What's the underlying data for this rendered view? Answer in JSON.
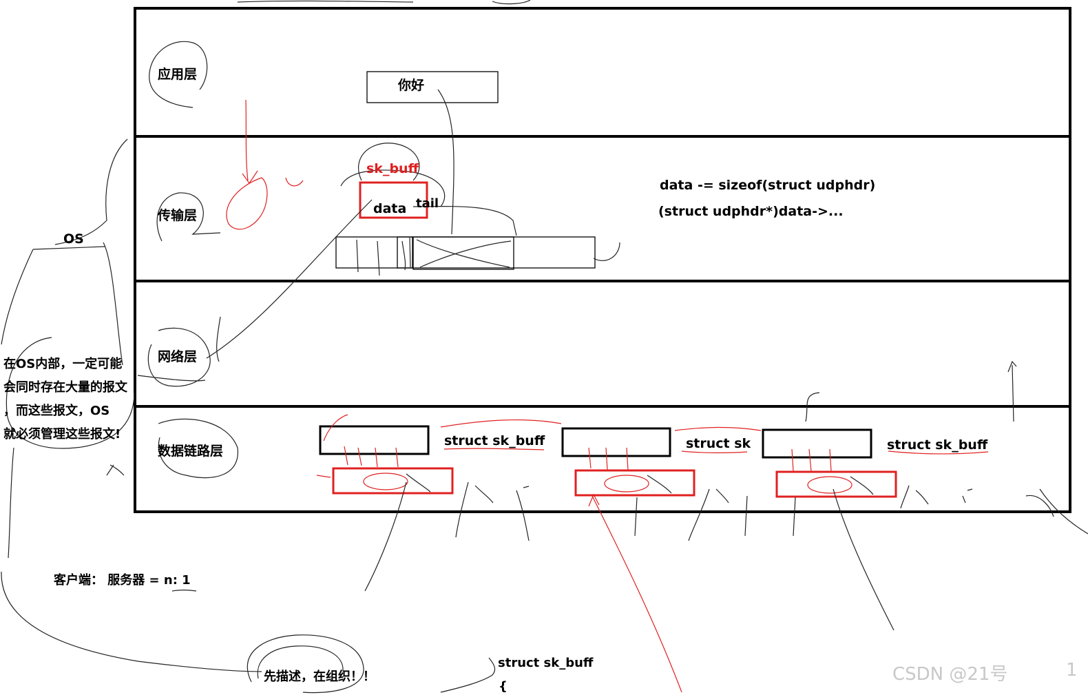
{
  "layers": {
    "app": "应用层",
    "transport": "传输层",
    "network": "网络层",
    "datalink": "数据链路层"
  },
  "app_box_text": "你好",
  "skbuff_top": "sk_buff",
  "data_label": "data",
  "tail_label": "tail",
  "code_line1": "data -= sizeof(struct udphdr)",
  "code_line2": "(struct udphdr*)data->...",
  "os_label": "OS",
  "note": [
    "在OS内部，一定可能",
    "会同时存在大量的报文",
    "，而这些报文，OS",
    "就必须管理这些报文!"
  ],
  "struct_labels": [
    "struct sk_buff",
    "struct sk",
    "struct sk_buff"
  ],
  "ratio_text": "客户端：  服务器 = n: 1",
  "describe_text": "先描述，在组织！！",
  "bottom_struct": "struct sk_buff",
  "bottom_brace": "{",
  "watermark": "CSDN @21号",
  "watermark_tail": "1",
  "colors": {
    "ink": "#000000",
    "red": "#e02020",
    "thin": "#222222"
  }
}
